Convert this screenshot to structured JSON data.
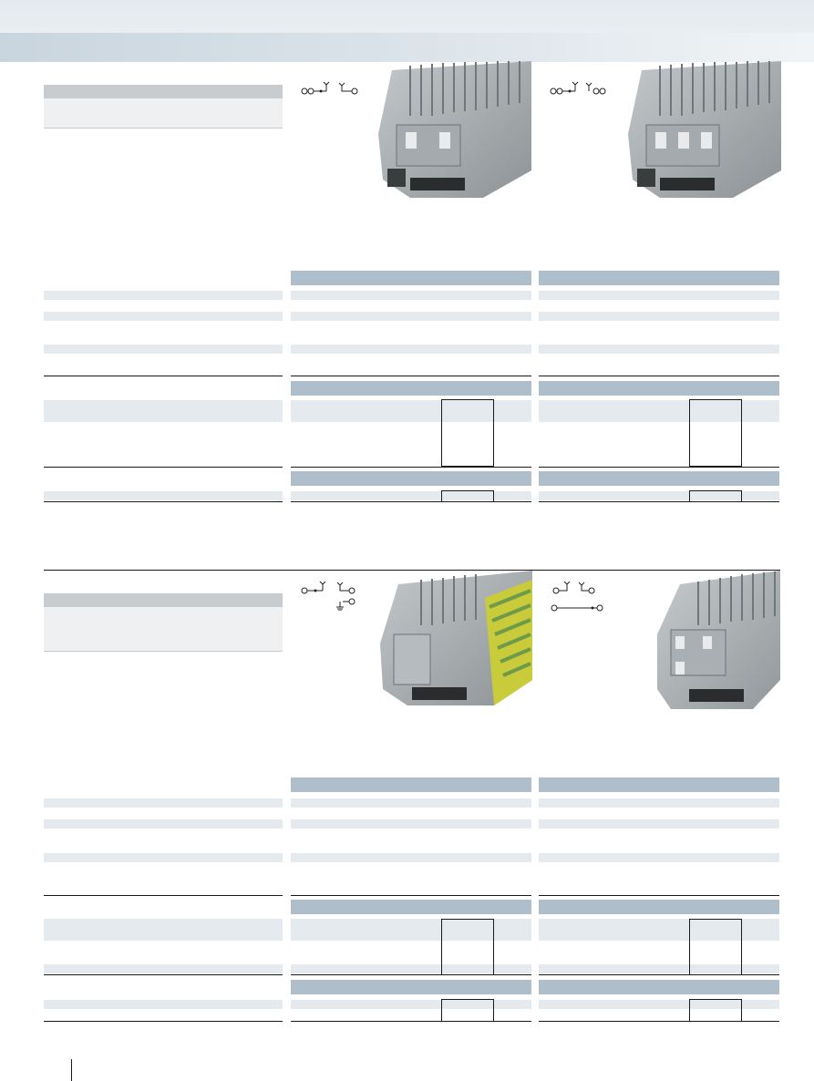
{
  "colors": {
    "banner": "#d5dee5",
    "section_header": "#aebecb",
    "row_fill": "#e4eaee",
    "gray_header": "#c9ccce",
    "terminal_body": "#9aa0a3",
    "stripe_yellow": "#c9cc3a",
    "stripe_green": "#6f9a4a"
  },
  "products": [
    {
      "photo": "double-level-terminal-block-photo"
    },
    {
      "photo": "double-level-terminal-block-photo"
    },
    {
      "photo": "ground-terminal-block-green-yellow-photo"
    },
    {
      "photo": "double-level-terminal-block-photo"
    }
  ],
  "symbols": [
    "circuit-symbol-bridge-switch",
    "circuit-symbol-switch-bridge",
    "circuit-symbol-switch-ground",
    "circuit-symbol-switch-bridge-line"
  ]
}
